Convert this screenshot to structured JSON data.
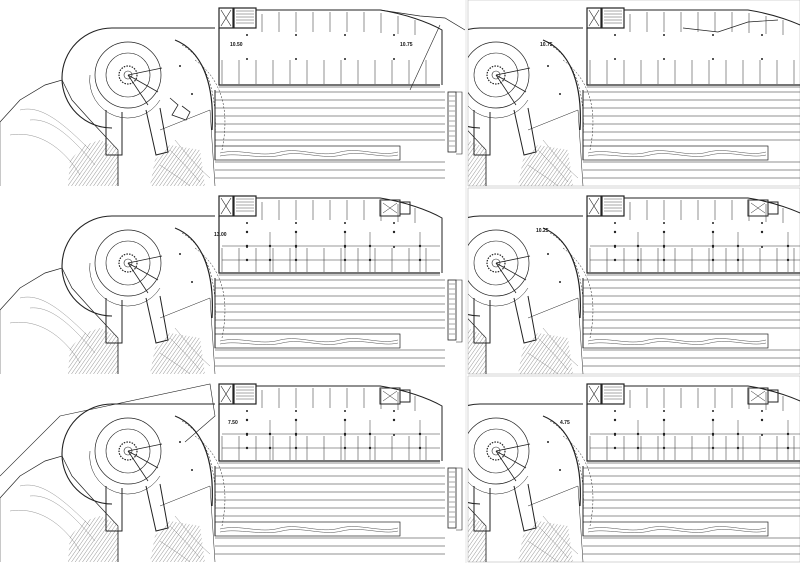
{
  "sheet": {
    "plans": [
      {
        "id": "plan-1",
        "levels": [
          "10.50",
          "10.75"
        ]
      },
      {
        "id": "plan-2",
        "levels": [
          "10.75"
        ]
      },
      {
        "id": "plan-3",
        "levels": [
          "13.00"
        ]
      },
      {
        "id": "plan-4",
        "levels": [
          "10.25"
        ]
      },
      {
        "id": "plan-5",
        "levels": [
          "7.50"
        ]
      },
      {
        "id": "plan-6",
        "levels": [
          "4.75"
        ]
      }
    ],
    "colors": {
      "line": "#222222",
      "hatch": "#555555",
      "background": "#ffffff"
    }
  }
}
